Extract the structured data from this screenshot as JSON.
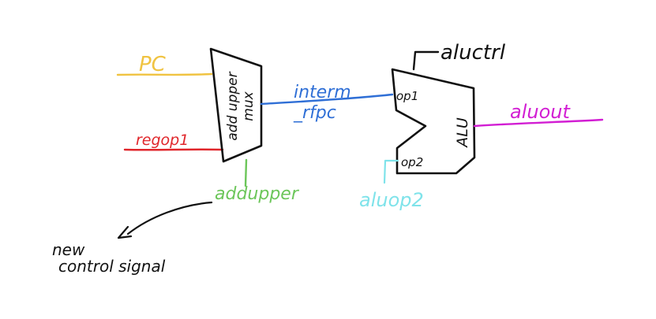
{
  "colors": {
    "pc": "#f0c341",
    "regop1": "#e0262b",
    "addupper": "#6cc65a",
    "interm": "#2f6fd6",
    "aluop2": "#7fe3ea",
    "aluout": "#d21ed3",
    "ink": "#111111"
  },
  "labels": {
    "pc": "PC",
    "regop1": "regop1",
    "mux_line1": "add upper",
    "mux_line2": "mux",
    "interm_line1": "interm",
    "interm_line2": "_rfpc",
    "op1": "op1",
    "op2": "op2",
    "alu": "ALU",
    "aluctrl": "aluctrl",
    "aluout": "aluout",
    "aluop2": "aluop2",
    "addupper": "addupper",
    "note_line1": "new",
    "note_line2": "control signal"
  }
}
